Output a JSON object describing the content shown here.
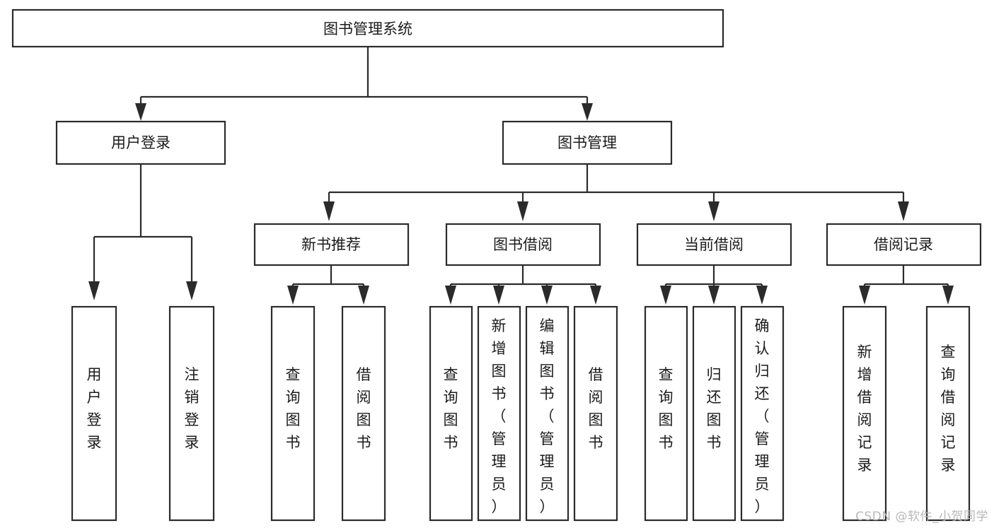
{
  "diagram": {
    "title": "图书管理系统",
    "watermark": "CSDN @软件_小贺同学",
    "colors": {
      "stroke": "#2b2b2b",
      "box_fill": "#ffffff",
      "text": "#1b1b1b",
      "background": "#ffffff",
      "watermark": "#b8b8b8"
    },
    "root": {
      "label": "图书管理系统"
    },
    "level2": [
      {
        "label": "用户登录"
      },
      {
        "label": "图书管理"
      }
    ],
    "level3": [
      {
        "label": "新书推荐"
      },
      {
        "label": "图书借阅"
      },
      {
        "label": "当前借阅"
      },
      {
        "label": "借阅记录"
      }
    ],
    "leaves": [
      {
        "label": "用户登录",
        "parent": "用户登录"
      },
      {
        "label": "注销登录",
        "parent": "用户登录"
      },
      {
        "label": "查询图书",
        "parent": "新书推荐"
      },
      {
        "label": "借阅图书",
        "parent": "新书推荐"
      },
      {
        "label": "查询图书",
        "parent": "图书借阅"
      },
      {
        "label": "新增图书（管理员）",
        "parent": "图书借阅"
      },
      {
        "label": "编辑图书（管理员）",
        "parent": "图书借阅"
      },
      {
        "label": "借阅图书",
        "parent": "图书借阅"
      },
      {
        "label": "查询图书",
        "parent": "当前借阅"
      },
      {
        "label": "归还图书",
        "parent": "当前借阅"
      },
      {
        "label": "确认归还（管理员）",
        "parent": "当前借阅"
      },
      {
        "label": "新增借阅记录",
        "parent": "借阅记录"
      },
      {
        "label": "查询借阅记录",
        "parent": "借阅记录"
      }
    ]
  },
  "chart_data": {
    "type": "diagram",
    "title": "图书管理系统",
    "structure": "tree",
    "nodes": [
      {
        "id": "root",
        "label": "图书管理系统",
        "level": 0,
        "parent": null
      },
      {
        "id": "n-user-login",
        "label": "用户登录",
        "level": 1,
        "parent": "root"
      },
      {
        "id": "n-book-mgmt",
        "label": "图书管理",
        "level": 1,
        "parent": "root"
      },
      {
        "id": "n-new-book-rec",
        "label": "新书推荐",
        "level": 2,
        "parent": "n-book-mgmt"
      },
      {
        "id": "n-book-borrow",
        "label": "图书借阅",
        "level": 2,
        "parent": "n-book-mgmt"
      },
      {
        "id": "n-current-borrow",
        "label": "当前借阅",
        "level": 2,
        "parent": "n-book-mgmt"
      },
      {
        "id": "n-borrow-record",
        "label": "借阅记录",
        "level": 2,
        "parent": "n-book-mgmt"
      },
      {
        "id": "l1",
        "label": "用户登录",
        "level": 3,
        "parent": "n-user-login"
      },
      {
        "id": "l2",
        "label": "注销登录",
        "level": 3,
        "parent": "n-user-login"
      },
      {
        "id": "l3",
        "label": "查询图书",
        "level": 3,
        "parent": "n-new-book-rec"
      },
      {
        "id": "l4",
        "label": "借阅图书",
        "level": 3,
        "parent": "n-new-book-rec"
      },
      {
        "id": "l5",
        "label": "查询图书",
        "level": 3,
        "parent": "n-book-borrow"
      },
      {
        "id": "l6",
        "label": "新增图书（管理员）",
        "level": 3,
        "parent": "n-book-borrow"
      },
      {
        "id": "l7",
        "label": "编辑图书（管理员）",
        "level": 3,
        "parent": "n-book-borrow"
      },
      {
        "id": "l8",
        "label": "借阅图书",
        "level": 3,
        "parent": "n-book-borrow"
      },
      {
        "id": "l9",
        "label": "查询图书",
        "level": 3,
        "parent": "n-current-borrow"
      },
      {
        "id": "l10",
        "label": "归还图书",
        "level": 3,
        "parent": "n-current-borrow"
      },
      {
        "id": "l11",
        "label": "确认归还（管理员）",
        "level": 3,
        "parent": "n-current-borrow"
      },
      {
        "id": "l12",
        "label": "新增借阅记录",
        "level": 3,
        "parent": "n-borrow-record"
      },
      {
        "id": "l13",
        "label": "查询借阅记录",
        "level": 3,
        "parent": "n-borrow-record"
      }
    ],
    "edges": [
      {
        "from": "root",
        "to": "n-user-login"
      },
      {
        "from": "root",
        "to": "n-book-mgmt"
      },
      {
        "from": "n-book-mgmt",
        "to": "n-new-book-rec"
      },
      {
        "from": "n-book-mgmt",
        "to": "n-book-borrow"
      },
      {
        "from": "n-book-mgmt",
        "to": "n-current-borrow"
      },
      {
        "from": "n-book-mgmt",
        "to": "n-borrow-record"
      },
      {
        "from": "n-user-login",
        "to": "l1"
      },
      {
        "from": "n-user-login",
        "to": "l2"
      },
      {
        "from": "n-new-book-rec",
        "to": "l3"
      },
      {
        "from": "n-new-book-rec",
        "to": "l4"
      },
      {
        "from": "n-book-borrow",
        "to": "l5"
      },
      {
        "from": "n-book-borrow",
        "to": "l6"
      },
      {
        "from": "n-book-borrow",
        "to": "l7"
      },
      {
        "from": "n-book-borrow",
        "to": "l8"
      },
      {
        "from": "n-current-borrow",
        "to": "l9"
      },
      {
        "from": "n-current-borrow",
        "to": "l10"
      },
      {
        "from": "n-current-borrow",
        "to": "l11"
      },
      {
        "from": "n-borrow-record",
        "to": "l12"
      },
      {
        "from": "n-borrow-record",
        "to": "l13"
      }
    ]
  }
}
